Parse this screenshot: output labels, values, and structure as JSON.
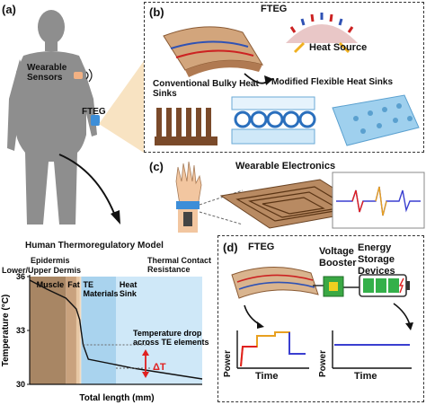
{
  "panels": {
    "a": "(a)",
    "b": "(b)",
    "c": "(c)",
    "d": "(d)"
  },
  "panel_a": {
    "wearable_sensors": "Wearable Sensors",
    "fteg": "FTEG",
    "model_title": "Human Thermoregulatory Model"
  },
  "panel_b": {
    "fteg": "FTEG",
    "heat_source": "Heat Source",
    "conventional": "Conventional Bulky Heat Sinks",
    "modified": "Modified Flexible Heat Sinks"
  },
  "panel_c": {
    "title": "Wearable Electronics"
  },
  "panel_d": {
    "fteg": "FTEG",
    "booster": "Voltage Booster",
    "storage": "Energy Storage Devices",
    "power": "Power",
    "time": "Time"
  },
  "chart_data": {
    "type": "line",
    "xlabel": "Total length (mm)",
    "ylabel": "Temperature (°C)",
    "y_ticks": [
      "36",
      "33",
      "30"
    ],
    "ylim": [
      30,
      36
    ],
    "top_labels": {
      "epidermis": "Epidermis",
      "dermis": "Lower/Upper Dermis",
      "thermal_contact": "Thermal Contact Resistance"
    },
    "regions": [
      {
        "name": "Muscle",
        "color": "#a88664"
      },
      {
        "name": "Fat",
        "color": "#c9a27e"
      },
      {
        "name": "TE Materials",
        "color": "#a9d3ee"
      },
      {
        "name": "Heat Sink",
        "color": "#cfe8f8"
      }
    ],
    "annotation": "Temperature drop across TE elements",
    "delta": "ΔT",
    "series": [
      {
        "x": [
          0,
          10,
          21,
          27,
          29,
          29.8,
          31,
          34,
          60,
          100
        ],
        "y": [
          35.8,
          35.3,
          34.8,
          34.2,
          33.6,
          33.0,
          32.2,
          31.4,
          30.9,
          30.3
        ]
      }
    ],
    "xlim": [
      0,
      100
    ]
  },
  "colors": {
    "accent_red": "#e02020",
    "skin": "#f2b183",
    "body_gray": "#8e8e8e",
    "wrist_band": "#3d8ed8"
  }
}
